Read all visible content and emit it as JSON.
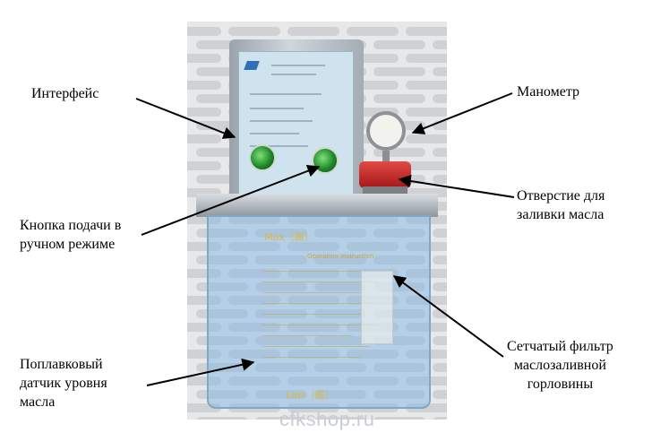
{
  "labels": {
    "interface": "Интерфейс",
    "manometer": "Манометр",
    "manual_button": [
      "Кнопка подачи в",
      "ручном режиме"
    ],
    "fill_hole": [
      "Отверстие для",
      "заливки масла"
    ],
    "float_sensor": [
      "Поплавковый",
      "датчик уровня",
      "масла"
    ],
    "mesh_filter": [
      "Сетчатый фильтр",
      "маслозаливной",
      "горловины"
    ]
  },
  "device_text": {
    "tank_max": "Max（高）",
    "tank_low": "Low（底）",
    "operation_instruction": "Operation Instruction"
  },
  "watermark": "cfkshop.ru",
  "colors": {
    "button_green": "#1f8a2a",
    "cap_red": "#c0201f",
    "tank_blue": "#8cb9e1",
    "nameplate_blue": "#cfe3ef"
  }
}
